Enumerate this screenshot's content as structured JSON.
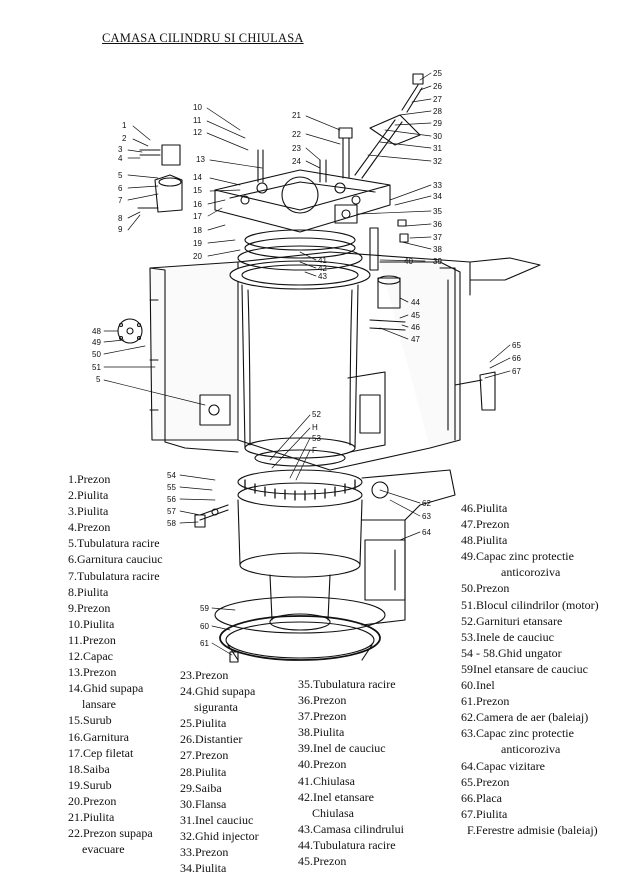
{
  "title": "CAMASA CILINDRU SI CHIULASA",
  "legend": {
    "col1": [
      "1.Prezon",
      "2.Piulita",
      "3.Piulita",
      "4.Prezon",
      "5.Tubulatura racire",
      "6.Garnitura cauciuc",
      "7.Tubulatura racire",
      "8.Piulita",
      "9.Prezon",
      "10.Piulita",
      "11.Prezon",
      "12.Capac",
      "13.Prezon",
      "14.Ghid supapa",
      "lansare",
      "15.Surub",
      "16.Garnitura",
      "17.Cep filetat",
      "18.Saiba",
      "19.Surub",
      "20.Prezon",
      "21.Piulita",
      "22.Prezon supapa",
      "evacuare"
    ],
    "col2": [
      "23.Prezon",
      "24.Ghid supapa",
      "siguranta",
      "25.Piulita",
      "26.Distantier",
      "27.Prezon",
      "28.Piulita",
      "29.Saiba",
      "30.Flansa",
      "31.Inel cauciuc",
      "32.Ghid injector",
      "33.Prezon",
      "34.Piulita"
    ],
    "col3": [
      "35.Tubulatura racire",
      "36.Prezon",
      "37.Prezon",
      "38.Piulita",
      "39.Inel de cauciuc",
      "40.Prezon",
      "41.Chiulasa",
      "42.Inel etansare",
      "Chiulasa",
      "43.Camasa cilindrului",
      "44.Tubulatura racire",
      "45.Prezon"
    ],
    "col4": [
      "46.Piulita",
      "47.Prezon",
      "48.Piulita",
      "49.Capac zinc protectie",
      "anticoroziva",
      "50.Prezon",
      "51.Blocul cilindrilor (motor)",
      "52.Garnituri etansare",
      "53.Inele de cauciuc",
      "54 - 58.Ghid ungator",
      "59Inel etansare de cauciuc",
      "60.Inel",
      "61.Prezon",
      "62.Camera de aer (baleiaj)",
      "63.Capac zinc protectie",
      "anticoroziva",
      "64.Capac vizitare",
      "65.Prezon",
      "66.Placa",
      "67.Piulita",
      "F.Ferestre admisie (baleiaj)"
    ]
  },
  "callouts": {
    "left_top": [
      "1",
      "2",
      "3",
      "4",
      "5",
      "6",
      "7",
      "8",
      "9"
    ],
    "head_left": [
      "10",
      "11",
      "12",
      "13",
      "14",
      "15",
      "16",
      "17",
      "18",
      "19",
      "20"
    ],
    "head_mid": [
      "21",
      "22",
      "23",
      "24"
    ],
    "right_top": [
      "25",
      "26",
      "27",
      "28",
      "29",
      "30",
      "31",
      "32"
    ],
    "right_mid": [
      "33",
      "34",
      "35",
      "36",
      "37",
      "38",
      "39",
      "40",
      "41",
      "42",
      "43",
      "44",
      "45",
      "46",
      "47"
    ],
    "left_mid": [
      "48",
      "49",
      "50",
      "51",
      "5"
    ],
    "right_far": [
      "65",
      "66",
      "67"
    ],
    "center": [
      "52",
      "H",
      "53",
      "F"
    ],
    "left_low": [
      "54",
      "55",
      "56",
      "57",
      "58"
    ],
    "right_low": [
      "62",
      "63",
      "64"
    ],
    "bottom": [
      "59",
      "60",
      "61"
    ]
  }
}
